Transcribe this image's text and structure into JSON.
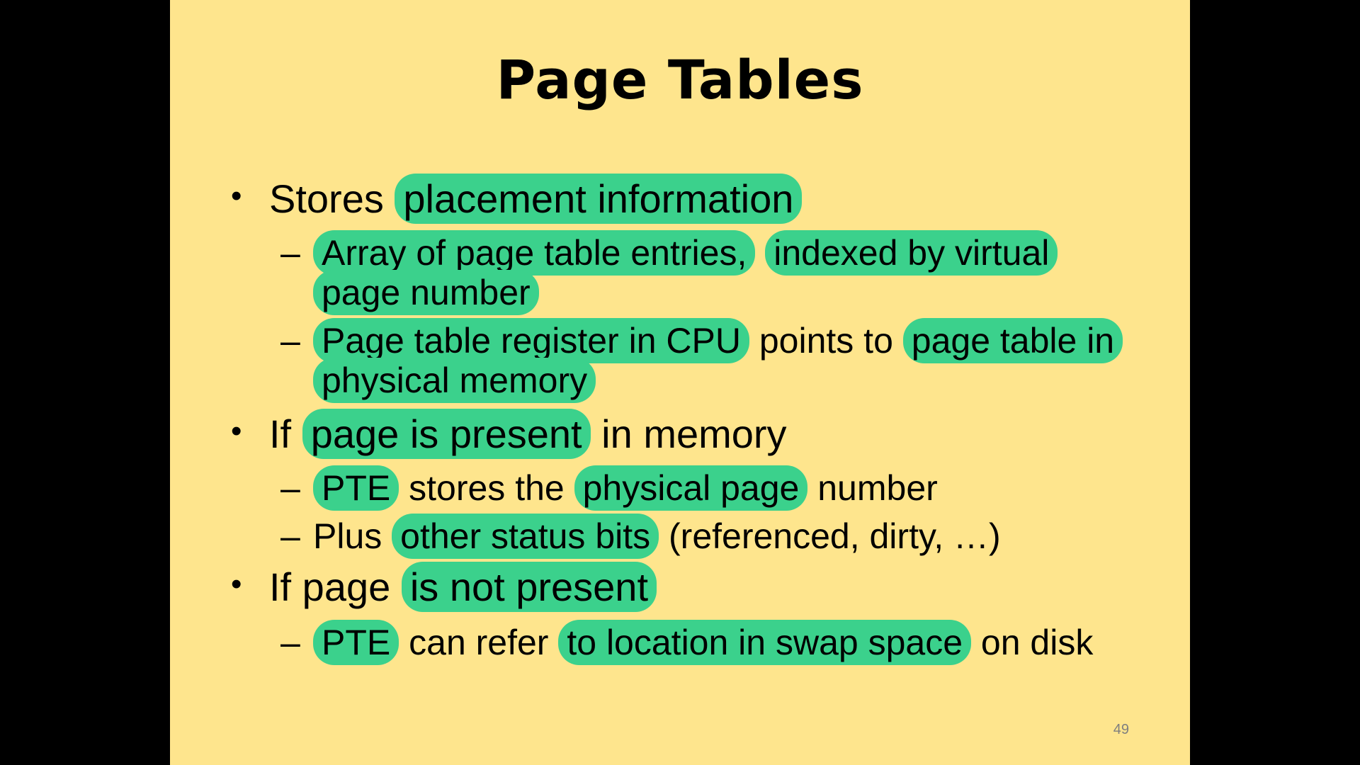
{
  "slide": {
    "title": "Page Tables",
    "page_number": "49",
    "highlight_color": "#3bd18c",
    "background_color": "#fee58d",
    "bullet_glyph": "•",
    "dash_glyph": "–",
    "items": [
      {
        "level": 1,
        "segments": [
          {
            "text": "Stores ",
            "hl": false
          },
          {
            "text": "placement information",
            "hl": true
          }
        ]
      },
      {
        "level": 2,
        "segments": [
          {
            "text": "Array of page table entries,",
            "hl": true
          },
          {
            "text": " ",
            "hl": false
          },
          {
            "text": "indexed by virtual",
            "hl": true
          }
        ]
      },
      {
        "level": 2,
        "continuation": true,
        "segments": [
          {
            "text": "page number",
            "hl": true
          }
        ]
      },
      {
        "level": 2,
        "segments": [
          {
            "text": "Page table register in CPU",
            "hl": true
          },
          {
            "text": " points to ",
            "hl": false
          },
          {
            "text": "page table in",
            "hl": true
          }
        ]
      },
      {
        "level": 2,
        "continuation": true,
        "segments": [
          {
            "text": "physical memory",
            "hl": true
          }
        ]
      },
      {
        "level": 1,
        "segments": [
          {
            "text": "If ",
            "hl": false
          },
          {
            "text": "page is present",
            "hl": true
          },
          {
            "text": " in memory",
            "hl": false
          }
        ]
      },
      {
        "level": 2,
        "segments": [
          {
            "text": "PTE",
            "hl": true
          },
          {
            "text": " stores the ",
            "hl": false
          },
          {
            "text": "physical page",
            "hl": true
          },
          {
            "text": " number",
            "hl": false
          }
        ]
      },
      {
        "level": 2,
        "segments": [
          {
            "text": "Plus ",
            "hl": false
          },
          {
            "text": "other status bits",
            "hl": true
          },
          {
            "text": " (referenced, dirty, …)",
            "hl": false
          }
        ]
      },
      {
        "level": 1,
        "segments": [
          {
            "text": "If page ",
            "hl": false
          },
          {
            "text": "is not present",
            "hl": true
          }
        ]
      },
      {
        "level": 2,
        "segments": [
          {
            "text": "PTE",
            "hl": true
          },
          {
            "text": " can refer ",
            "hl": false
          },
          {
            "text": "to location in swap space",
            "hl": true
          },
          {
            "text": " on disk",
            "hl": false
          }
        ]
      }
    ]
  }
}
